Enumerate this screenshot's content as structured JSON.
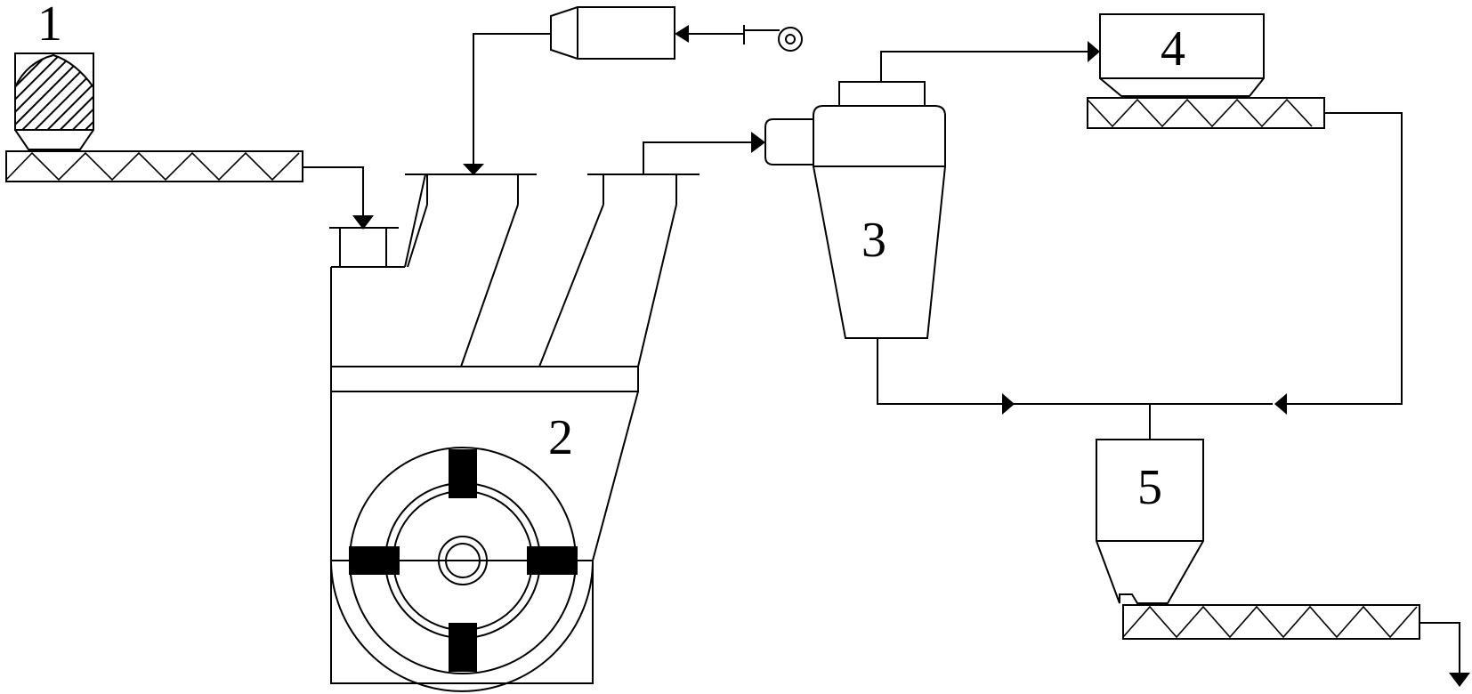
{
  "diagram": {
    "labels": {
      "feed_hopper": "1",
      "mill": "2",
      "cyclone": "3",
      "dust_collector": "4",
      "product_bin": "5"
    }
  }
}
